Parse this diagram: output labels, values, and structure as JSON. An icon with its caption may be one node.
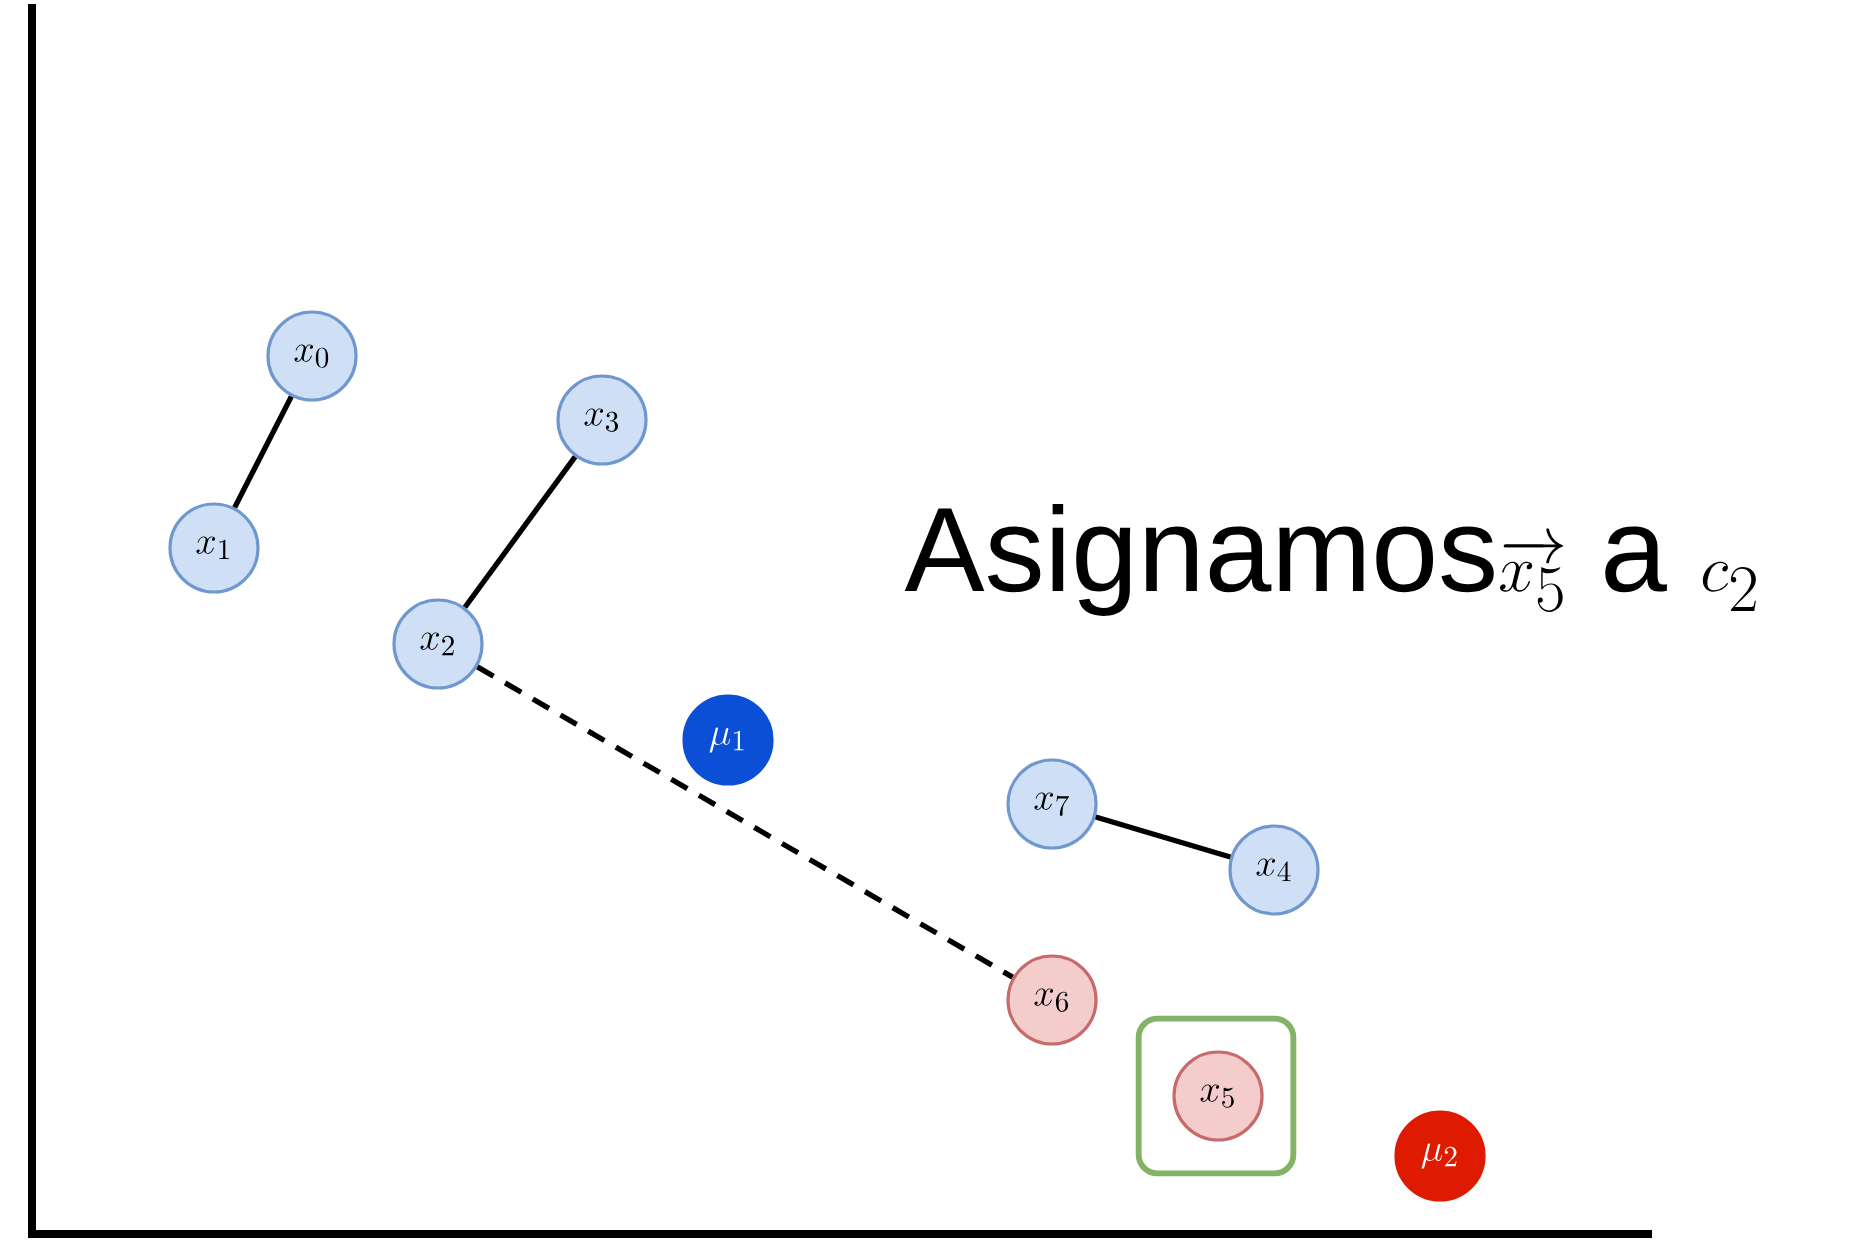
{
  "diagram": {
    "nodes": [
      {
        "text": [
          "x_0"
        ]
      },
      {
        "text": [
          "x_3"
        ]
      },
      {
        "text": [
          "x_1"
        ]
      },
      {
        "text": [
          "x_2"
        ]
      },
      {
        "text": [
          "\\mu_1"
        ]
      },
      {
        "text": [
          "x_7"
        ]
      },
      {
        "text": [
          "x_4"
        ]
      },
      {
        "text": [
          "x_6"
        ]
      },
      {
        "text": [],
        "shape": "box"
      },
      {
        "text": [
          "x_5"
        ],
        "in": 8
      },
      {
        "text": [
          "\\mu_2"
        ]
      }
    ],
    "edges": [
      {
        "from": 0,
        "to": 2,
        "arrow": "none"
      },
      {
        "from": 1,
        "to": 3,
        "arrow": "none"
      },
      {
        "from": 3,
        "to": 7,
        "arrow": "none",
        "style": "dashed"
      },
      {
        "from": 5,
        "to": 6,
        "arrow": "none"
      }
    ],
    "labels": [
      "\\text{Asignamos}\\overrightarrow{x_5}\\text{ a }c_2"
    ]
  }
}
